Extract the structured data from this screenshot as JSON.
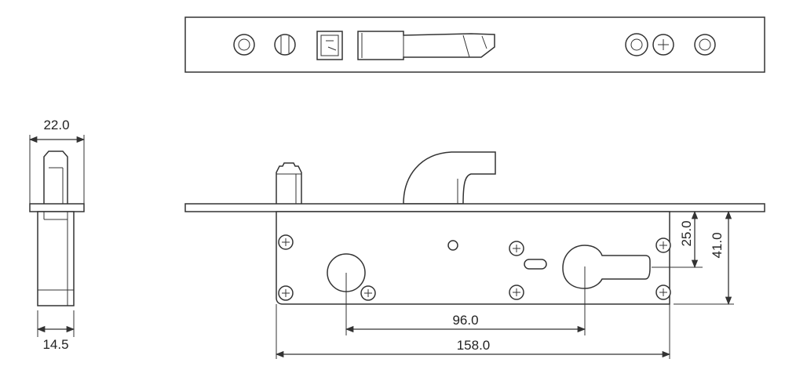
{
  "diagram": {
    "dimensions": {
      "side_width_top": "22.0",
      "side_width_bottom": "14.5",
      "backset_distance": "96.0",
      "overall_length": "158.0",
      "edge_to_center": "25.0",
      "edge_to_bottom": "41.0"
    },
    "colors": {
      "stroke": "#333333",
      "text": "#222222",
      "fill": "#ffffff"
    }
  }
}
